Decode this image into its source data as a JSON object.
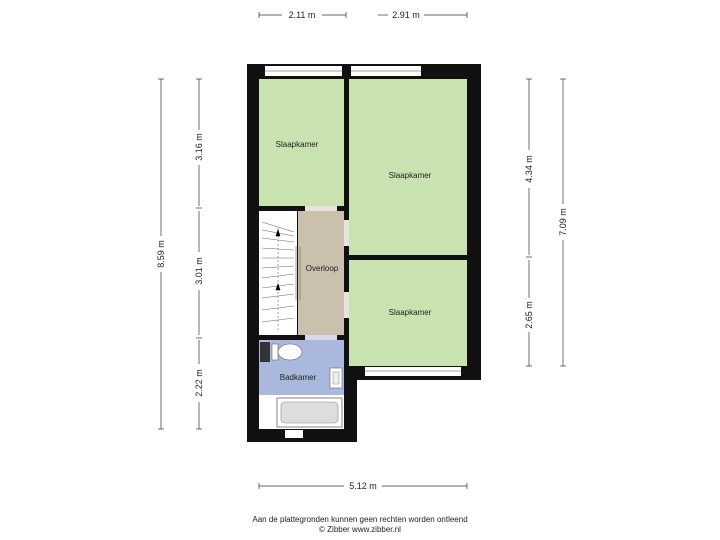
{
  "rooms": {
    "bedroom_top_left": "Slaapkamer",
    "bedroom_top_right": "Slaapkamer",
    "bedroom_bottom_right": "Slaapkamer",
    "landing": "Overloop",
    "bathroom": "Badkamer"
  },
  "dimensions": {
    "top_left": "2.11 m",
    "top_right": "2.91 m",
    "bottom": "5.12 m",
    "left_total": "8.59 m",
    "left_top": "3.16 m",
    "left_mid": "3.01 m",
    "left_bottom": "2.22 m",
    "right_top": "4.34 m",
    "right_bottom": "2.65 m",
    "right_total": "7.09 m"
  },
  "colors": {
    "bedroom": "#c9e3b0",
    "landing": "#cbbfae",
    "bathroom": "#aab8de",
    "wall": "#111111"
  },
  "footer": {
    "disclaimer": "Aan de plattegronden kunnen geen rechten worden ontleend",
    "credit": "© Zibber www.zibber.nl"
  }
}
